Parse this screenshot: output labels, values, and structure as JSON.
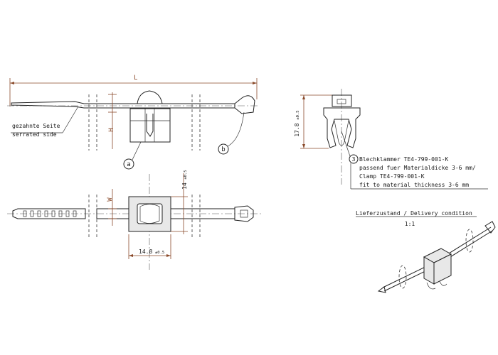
{
  "side_view": {
    "length_label": "L",
    "height_label": "H",
    "serrated_label_de": "gezahnte Seite",
    "serrated_label_en": "serrated side",
    "callout_a": "a",
    "callout_b": "b"
  },
  "top_view": {
    "width_label": "W",
    "dim_14": "14",
    "dim_14_tol": "±0.5",
    "dim_148": "14.8",
    "dim_148_tol": "±0.5"
  },
  "clamp_view": {
    "dim_178": "17.8",
    "dim_178_tol": "±0.5",
    "callout_3": "3",
    "note_line1": "Blechklammer TE4-799-001-K",
    "note_line2": "passend fuer Materialdicke 3-6 mm/",
    "note_line3": "Clamp TE4-799-001-K",
    "note_line4": "fit to material thickness 3-6 mm"
  },
  "delivery": {
    "title": "Lieferzustand / Delivery condition",
    "scale": "1:1"
  }
}
